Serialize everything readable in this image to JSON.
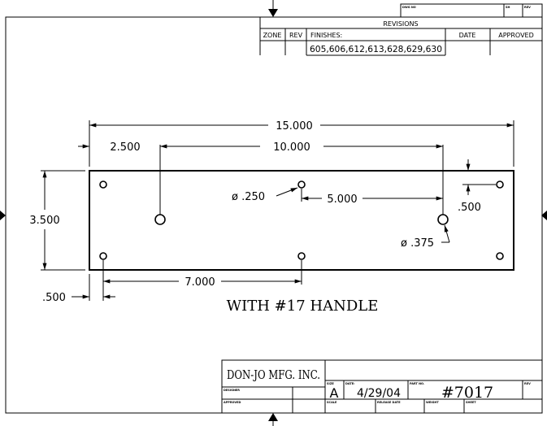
{
  "revisions": {
    "dwg_no_label": "DWG NO",
    "sh_label": "SH",
    "rev_label": "REV",
    "title": "REVISIONS",
    "columns": [
      "ZONE",
      "REV",
      "FINISHES:",
      "DATE",
      "APPROVED"
    ],
    "finishes": "605,606,612,613,628,629,630"
  },
  "dimensions": {
    "overall_length": "15.000",
    "left_offset": "2.500",
    "handle_spacing": "10.000",
    "height": "3.500",
    "small_hole": "ø .250",
    "hole_spacing": "5.000",
    "edge_offset_right": ".500",
    "large_hole": "ø .375",
    "hole_span": "7.000",
    "edge_offset_bottom": ".500"
  },
  "note": "WITH #17 HANDLE",
  "title_block": {
    "company": "DON-JO MFG. INC.",
    "designer_label": "DESIGNER",
    "approved_label": "APPROVED",
    "size_label": "SIZE",
    "size": "A",
    "date_label": "DATE:",
    "date": "4/29/04",
    "part_no_label": "PART NO.",
    "part_no": "#7017",
    "rev_label": "REV",
    "scale_label": "SCALE",
    "release_date_label": "RELEASE DATE",
    "weight_label": "WEIGHT",
    "sheet_label": "SHEET"
  }
}
